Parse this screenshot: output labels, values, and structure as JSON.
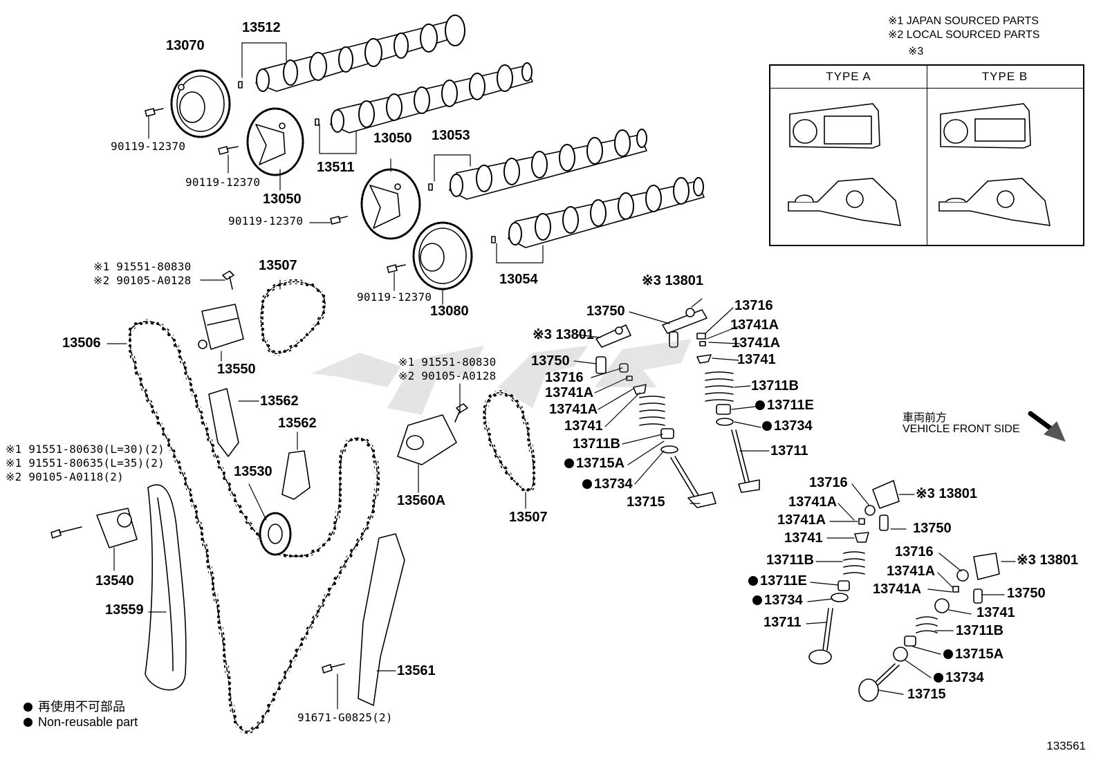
{
  "notes": {
    "japan": "※1 JAPAN SOURCED PARTS",
    "local": "※2 LOCAL SOURCED PARTS",
    "type_ref": "※3"
  },
  "type_box": {
    "type_a": "TYPE A",
    "type_b": "TYPE B"
  },
  "direction": {
    "jp": "車両前方",
    "en": "VEHICLE FRONT SIDE"
  },
  "legend": {
    "jp": "再使用不可部品",
    "en": "Non-reusable part"
  },
  "diagram_id": "133561",
  "labels": {
    "l13512": "13512",
    "l13070": "13070",
    "l90119a": "90119-12370",
    "l90119b": "90119-12370",
    "l13050a": "13050",
    "l13511": "13511",
    "l13050b": "13050",
    "l13053": "13053",
    "l90119c": "90119-12370",
    "l13054": "13054",
    "l90119d": "90119-12370",
    "l13080": "13080",
    "b1a": "※1  91551-80830",
    "b1b": "※2  90105-A0128",
    "l13507a": "13507",
    "l13506": "13506",
    "l13550": "13550",
    "b2a": "※1  91551-80830",
    "b2b": "※2  90105-A0128",
    "l13562a": "13562",
    "l13562b": "13562",
    "l13530": "13530",
    "l13560a": "13560A",
    "l13507b": "13507",
    "b3a": "※1 91551-80630(L=30)(2)",
    "b3b": "※1 91551-80635(L=35)(2)",
    "b3c": "※2 90105-A0118(2)",
    "l13540": "13540",
    "l13559": "13559",
    "l13561": "13561",
    "l91671": "91671-G0825(2)",
    "m13801a": "※3 13801",
    "m13750a": "13750",
    "m13716a": "13716",
    "m13741aa": "13741A",
    "m13741ab": "13741A",
    "m13801b": "※3 13801",
    "m13741a": "13741",
    "m13750b": "13750",
    "m13716b": "13716",
    "m13711ba": "13711B",
    "m13741ac": "13741A",
    "m13711ea": "13711E",
    "m13741ad": "13741A",
    "m13734a": "13734",
    "m13741b": "13741",
    "m13711a": "13711",
    "m13711bb": "13711B",
    "m13715aa": "13715A",
    "m13734b": "13734",
    "m13715a": "13715",
    "r13716a": "13716",
    "r13801a": "※3 13801",
    "r13741aa": "13741A",
    "r13741ab": "13741A",
    "r13750a": "13750",
    "r13741a": "13741",
    "r13716b": "13716",
    "r13711ba": "13711B",
    "r13741ac": "13741A",
    "r13801b": "※3 13801",
    "r13711ea": "13711E",
    "r13741ad": "13741A",
    "r13750b": "13750",
    "r13734a": "13734",
    "r13741b": "13741",
    "r13711a": "13711",
    "r13711bb": "13711B",
    "r13715aa": "13715A",
    "r13734b": "13734",
    "r13715a": "13715"
  }
}
